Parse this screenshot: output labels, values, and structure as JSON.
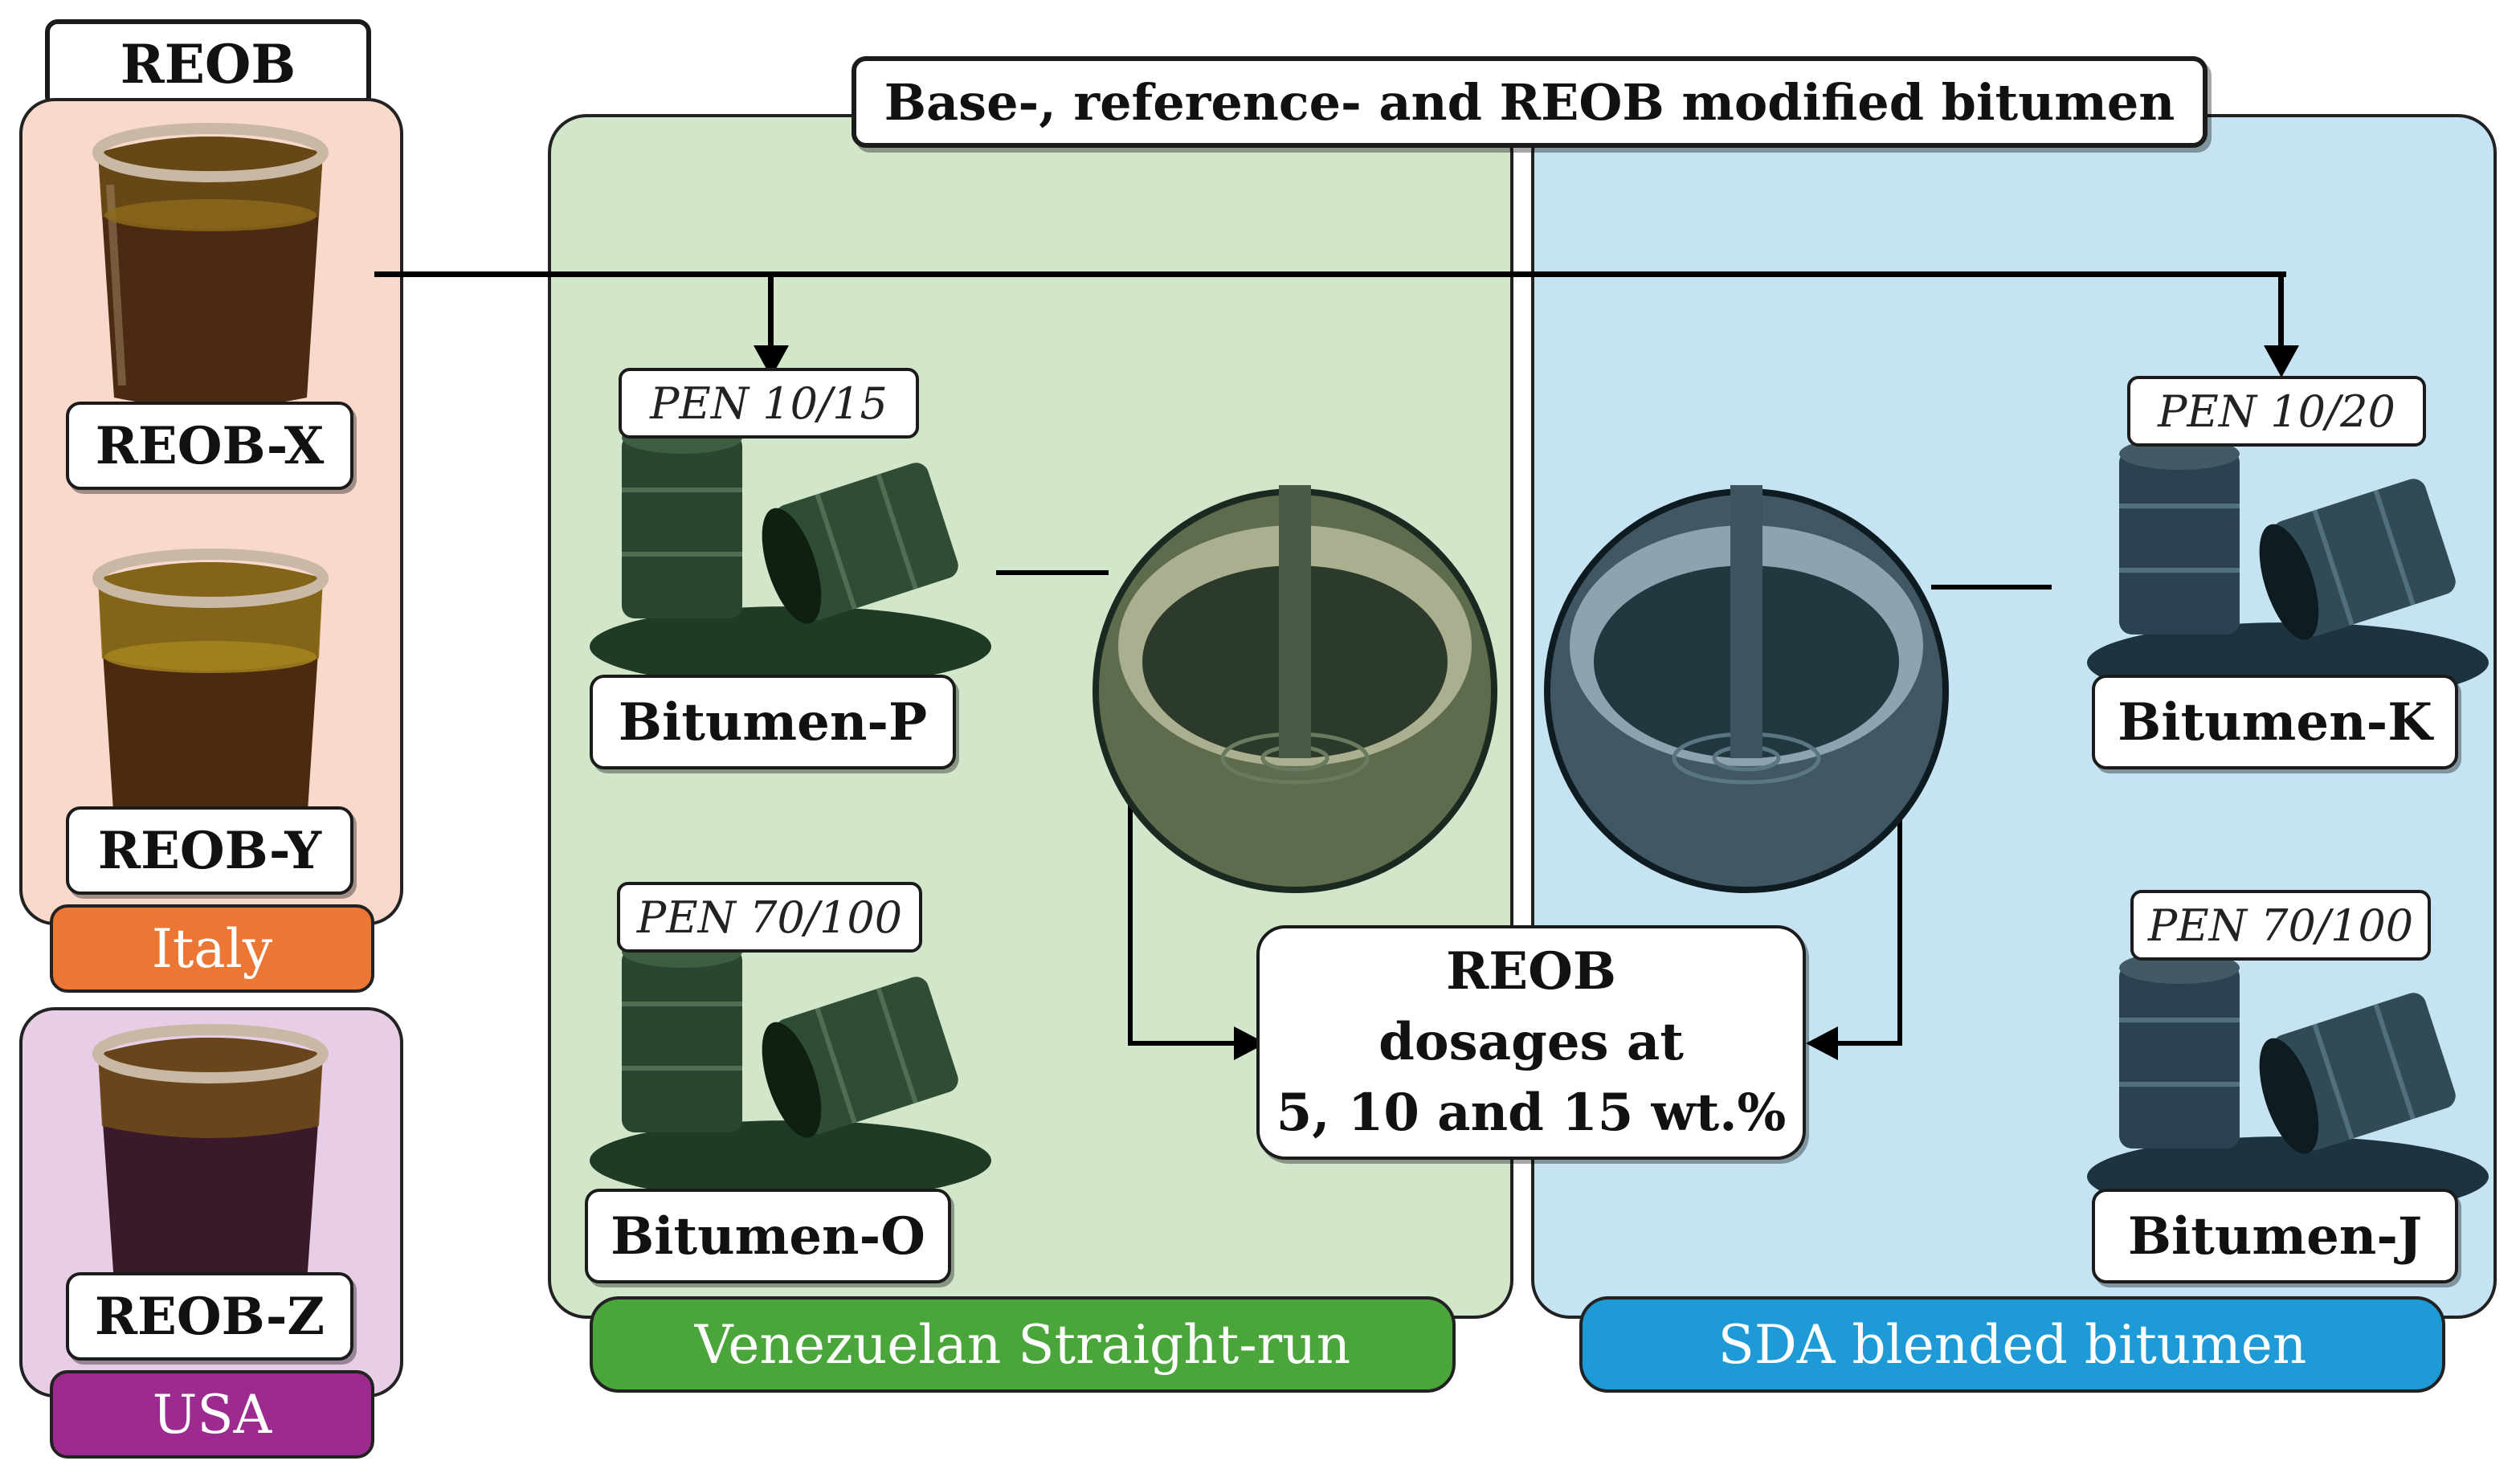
{
  "reob_header": "REOB",
  "main_title": "Base-, reference- and REOB modified bitumen",
  "reob_samples": [
    {
      "label": "REOB-X"
    },
    {
      "label": "REOB-Y"
    },
    {
      "label": "REOB-Z"
    }
  ],
  "origins": {
    "italy": "Italy",
    "usa": "USA"
  },
  "bitumens": {
    "p": {
      "label": "Bitumen-P",
      "pen": "PEN 10/15"
    },
    "o": {
      "label": "Bitumen-O",
      "pen": "PEN 70/100"
    },
    "k": {
      "label": "Bitumen-K",
      "pen": "PEN 10/20"
    },
    "j": {
      "label": "Bitumen-J",
      "pen": "PEN 70/100"
    }
  },
  "dosage": {
    "line1": "REOB",
    "line2": "dosages at",
    "line3": "5, 10 and 15 wt.%"
  },
  "groups": {
    "left": "Venezuelan Straight-run",
    "right": "SDA blended bitumen"
  },
  "colors": {
    "italy_panel": "#f9d9cb",
    "usa_panel": "#e8cde6",
    "italy_pill": "#ec7634",
    "usa_pill": "#9c2a8f",
    "green_panel": "#d2e6c9",
    "blue_panel": "#c5e3f3",
    "green_pill": "#4aa63a",
    "blue_pill": "#1e9bd7"
  }
}
